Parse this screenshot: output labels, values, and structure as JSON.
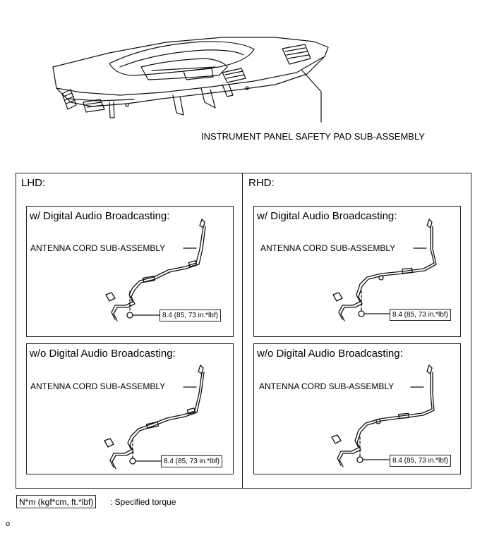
{
  "header": {
    "panel_caption": "INSTRUMENT PANEL SAFETY PAD SUB-ASSEMBLY"
  },
  "sides": {
    "lhd_label": "LHD:",
    "rhd_label": "RHD:"
  },
  "boxes": {
    "lhd_dab": {
      "title": "w/ Digital Audio Broadcasting:",
      "cord_label": "ANTENNA CORD SUB-ASSEMBLY",
      "torque": "8.4 (85, 73 in.*lbf)"
    },
    "rhd_dab": {
      "title": "w/ Digital Audio Broadcasting:",
      "cord_label": "ANTENNA CORD SUB-ASSEMBLY",
      "torque": "8.4 (85, 73 in.*lbf)"
    },
    "lhd_nodab": {
      "title": "w/o Digital Audio Broadcasting:",
      "cord_label": "ANTENNA CORD SUB-ASSEMBLY",
      "torque": "8.4 (85, 73 in.*lbf)"
    },
    "rhd_nodab": {
      "title": "w/o Digital Audio Broadcasting:",
      "cord_label": "ANTENNA CORD SUB-ASSEMBLY",
      "torque": "8.4 (85, 73 in.*lbf)"
    }
  },
  "legend": {
    "unit_box": "N*m (kgf*cm, ft.*lbf)",
    "meaning": ": Specified torque"
  },
  "footer": {
    "code": "o"
  }
}
